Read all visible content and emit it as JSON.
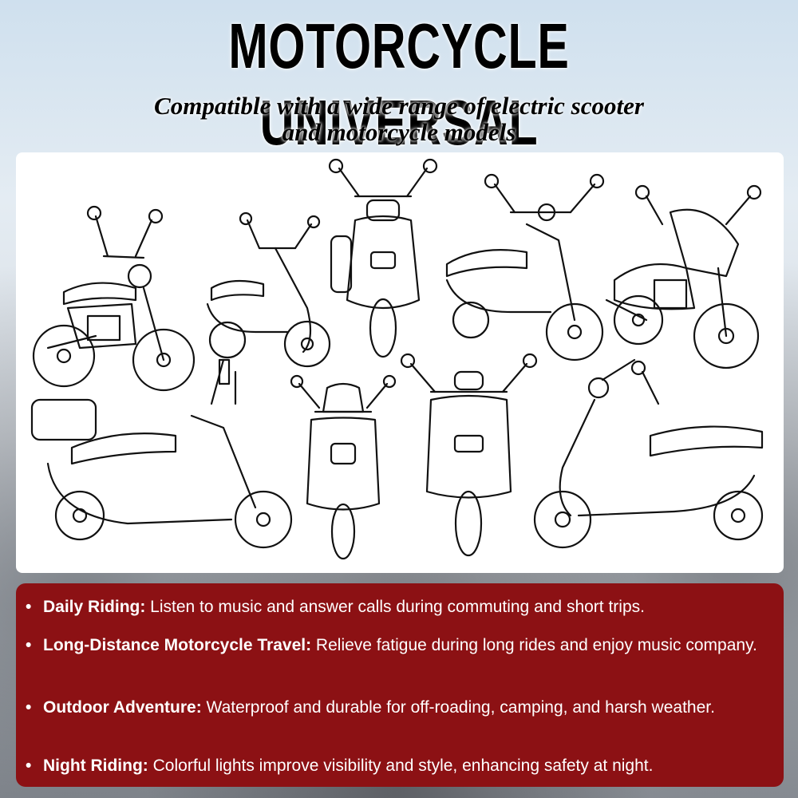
{
  "header": {
    "title": "MOTORCYCLE UNIVERSAL",
    "subtitle_line1": "Compatible with a wide range of electric scooter",
    "subtitle_line2": "and motorcycle models"
  },
  "gallery": {
    "vehicles": [
      {
        "kind": "motorcycle-icon"
      },
      {
        "kind": "scooter-icon"
      },
      {
        "kind": "scooter-icon"
      },
      {
        "kind": "scooter-icon"
      },
      {
        "kind": "sport-motorcycle-icon"
      },
      {
        "kind": "scooter-icon"
      },
      {
        "kind": "scooter-icon"
      },
      {
        "kind": "scooter-icon"
      },
      {
        "kind": "scooter-icon"
      }
    ]
  },
  "features": [
    {
      "label": "Daily Riding:",
      "text": " Listen to music and answer calls during commuting and short trips."
    },
    {
      "label": "Long-Distance Motorcycle Travel:",
      "text": " Relieve fatigue during long rides and enjoy music company."
    },
    {
      "label": "Outdoor Adventure:",
      "text": " Waterproof and durable for off-roading, camping, and harsh weather."
    },
    {
      "label": "Night Riding:",
      "text": " Colorful lights improve visibility and style, enhancing safety at night."
    }
  ],
  "colors": {
    "panel": "#8c1114",
    "text": "#ffffff",
    "title": "#000000"
  }
}
